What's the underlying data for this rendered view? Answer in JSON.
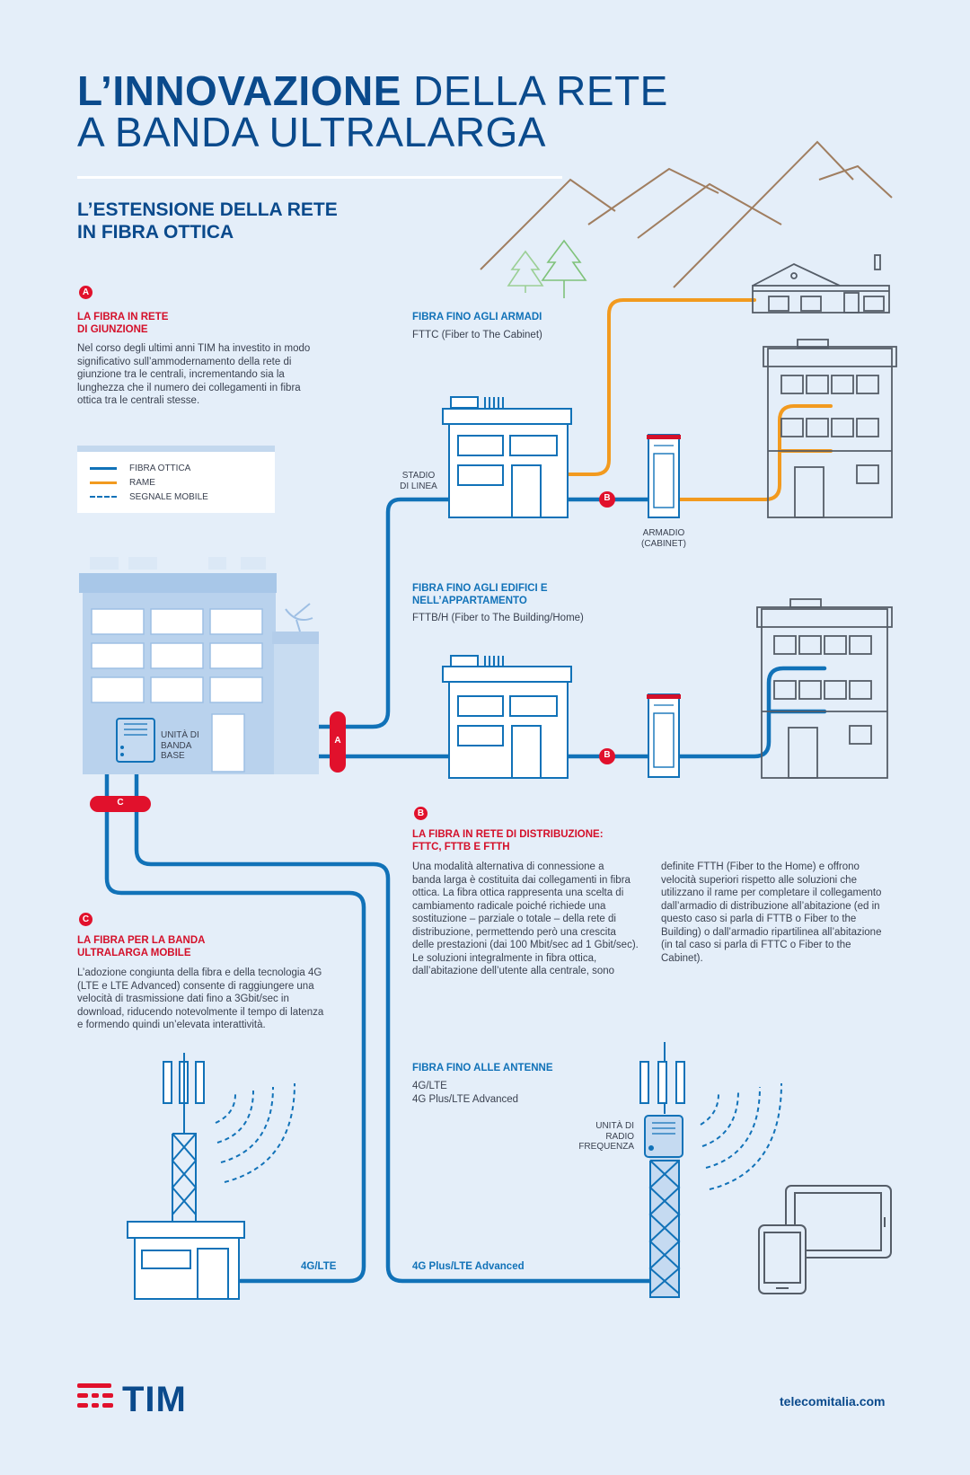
{
  "title": {
    "bold": "L’INNOVAZIONE",
    "rest": " DELLA RETE",
    "line2": "A BANDA ULTRALARGA"
  },
  "subtitle": {
    "line1": "L’ESTENSIONE DELLA RETE",
    "line2": "IN FIBRA OTTICA"
  },
  "section_a": {
    "badge": "A",
    "heading_line1": "LA FIBRA IN RETE",
    "heading_line2": "DI GIUNZIONE",
    "body": [
      "Nel corso degli ultimi anni TIM ha investito in modo",
      "significativo sull’ammodernamento della rete di",
      "giunzione tra le centrali, incrementando sia la",
      "lunghezza che il numero dei collegamenti in fibra",
      "ottica tra le centrali stesse."
    ]
  },
  "legend": {
    "items": [
      {
        "label": "FIBRA OTTICA",
        "color": "#1172b8",
        "style": "solid"
      },
      {
        "label": "RAME",
        "color": "#f29a1f",
        "style": "solid"
      },
      {
        "label": "SEGNALE MOBILE",
        "color": "#1172b8",
        "style": "dashed"
      }
    ]
  },
  "fttc": {
    "heading": "FIBRA FINO AGLI ARMADI",
    "sub": "FTTC (Fiber to The Cabinet)"
  },
  "fttb": {
    "heading_line1": "FIBRA FINO AGLI EDIFICI E",
    "heading_line2": "NELL’APPARTAMENTO",
    "sub": "FTTB/H (Fiber to The Building/Home)"
  },
  "labels": {
    "stadio_line1": "STADIO",
    "stadio_line2": "DI LINEA",
    "armadio_line1": "ARMADIO",
    "armadio_line2": "(CABINET)",
    "bbu_line1": "UNITÀ DI",
    "bbu_line2": "BANDA",
    "bbu_line3": "BASE",
    "rru_line1": "UNITÀ DI",
    "rru_line2": "RADIO",
    "rru_line3": "FREQUENZA",
    "badge_a": "A",
    "badge_b": "B",
    "badge_c": "C",
    "lte": "4G/LTE",
    "lte_advanced": "4G Plus/LTE Advanced"
  },
  "section_b": {
    "badge": "B",
    "heading_line1": "LA FIBRA IN RETE DI DISTRIBUZIONE:",
    "heading_line2": "FTTC, FTTB E FTTH",
    "col1": [
      "Una modalità alternativa di connessione a",
      "banda larga è costituita dai collegamenti in fibra",
      "ottica. La fibra ottica rappresenta una scelta di",
      "cambiamento radicale poiché richiede una",
      "sostituzione – parziale o totale – della rete di",
      "distribuzione, permettendo però una crescita",
      "delle prestazioni (dai 100 Mbit/sec ad 1 Gbit/sec).",
      "Le soluzioni integralmente in fibra ottica,",
      "dall’abitazione dell’utente alla centrale, sono"
    ],
    "col2": [
      "definite FTTH (Fiber to the Home) e offrono",
      "velocità superiori rispetto alle soluzioni che",
      "utilizzano il rame per completare il collegamento",
      "dall’armadio di distribuzione all’abitazione (ed in",
      "questo caso si parla di FTTB o Fiber to the",
      "Building) o dall’armadio ripartilinea all’abitazione",
      "(in tal caso si parla di FTTC o Fiber to the",
      "Cabinet)."
    ]
  },
  "section_c": {
    "badge": "C",
    "heading_line1": "LA FIBRA PER LA BANDA",
    "heading_line2": "ULTRALARGA MOBILE",
    "body": [
      "L’adozione congiunta della fibra e della tecnologia 4G",
      "(LTE e LTE Advanced) consente di raggiungere una",
      "velocità di trasmissione dati fino a 3Gbit/sec in",
      "download, riducendo notevolmente il tempo di latenza",
      "e formendo quindi un’elevata interattività."
    ]
  },
  "antenne": {
    "heading": "FIBRA FINO ALLE ANTENNE",
    "sub1": "4G/LTE",
    "sub2": "4G Plus/LTE Advanced"
  },
  "footer": {
    "brand": "TIM",
    "site": "telecomitalia.com"
  },
  "colors": {
    "fiber": "#1172b8",
    "copper": "#f29a1f",
    "accent_red": "#e1112c",
    "navy": "#0a4a8c",
    "background": "#e4eef9"
  }
}
